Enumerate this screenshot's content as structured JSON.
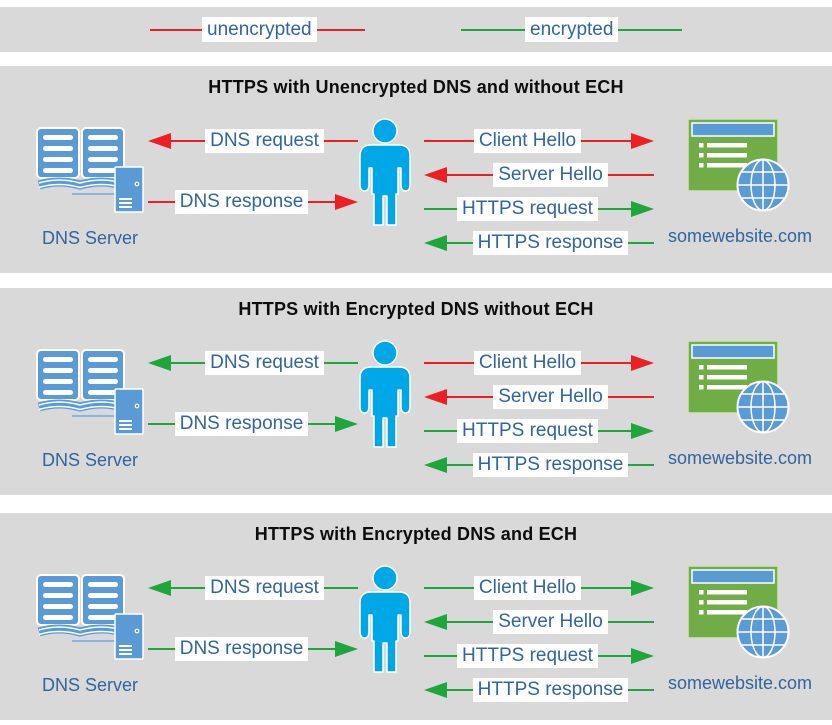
{
  "colors": {
    "unencrypted": "#ec2024",
    "encrypted": "#1ea63d",
    "panel_background": "#d9d9d9",
    "label_text": "#31659b",
    "person_blue": "#00a7e7",
    "icon_blue": "#5b9bd5",
    "website_green": "#70ad47"
  },
  "legend": {
    "unencrypted_label": "unencrypted",
    "encrypted_label": "encrypted"
  },
  "panels": [
    {
      "title": "HTTPS with Unencrypted DNS and without ECH",
      "dns_server_label": "DNS Server",
      "website_label": "somewebsite.com",
      "dns_messages": [
        {
          "label": "DNS request",
          "direction": "left",
          "encryption": "unencrypted"
        },
        {
          "label": "DNS response",
          "direction": "right",
          "encryption": "unencrypted"
        }
      ],
      "https_messages": [
        {
          "label": "Client Hello",
          "direction": "right",
          "encryption": "unencrypted"
        },
        {
          "label": "Server Hello",
          "direction": "left",
          "encryption": "unencrypted"
        },
        {
          "label": "HTTPS request",
          "direction": "right",
          "encryption": "encrypted"
        },
        {
          "label": "HTTPS response",
          "direction": "left",
          "encryption": "encrypted"
        }
      ]
    },
    {
      "title": "HTTPS with Encrypted DNS without ECH",
      "dns_server_label": "DNS Server",
      "website_label": "somewebsite.com",
      "dns_messages": [
        {
          "label": "DNS request",
          "direction": "left",
          "encryption": "encrypted"
        },
        {
          "label": "DNS response",
          "direction": "right",
          "encryption": "encrypted"
        }
      ],
      "https_messages": [
        {
          "label": "Client Hello",
          "direction": "right",
          "encryption": "unencrypted"
        },
        {
          "label": "Server Hello",
          "direction": "left",
          "encryption": "unencrypted"
        },
        {
          "label": "HTTPS request",
          "direction": "right",
          "encryption": "encrypted"
        },
        {
          "label": "HTTPS response",
          "direction": "left",
          "encryption": "encrypted"
        }
      ]
    },
    {
      "title": "HTTPS with Encrypted DNS and ECH",
      "dns_server_label": "DNS Server",
      "website_label": "somewebsite.com",
      "dns_messages": [
        {
          "label": "DNS request",
          "direction": "left",
          "encryption": "encrypted"
        },
        {
          "label": "DNS response",
          "direction": "right",
          "encryption": "encrypted"
        }
      ],
      "https_messages": [
        {
          "label": "Client Hello",
          "direction": "right",
          "encryption": "encrypted"
        },
        {
          "label": "Server Hello",
          "direction": "left",
          "encryption": "encrypted"
        },
        {
          "label": "HTTPS request",
          "direction": "right",
          "encryption": "encrypted"
        },
        {
          "label": "HTTPS response",
          "direction": "left",
          "encryption": "encrypted"
        }
      ]
    }
  ]
}
